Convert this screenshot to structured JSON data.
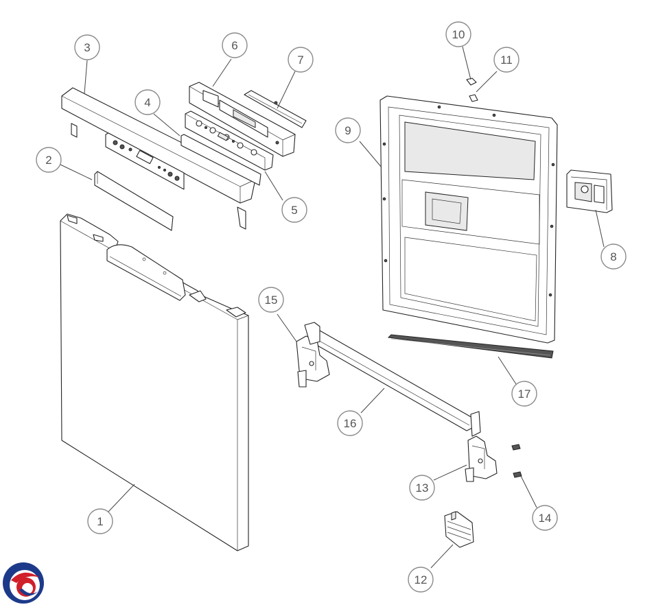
{
  "brand": {
    "logo_colors": {
      "blue": "#1d3a8a",
      "red": "#d0202a"
    }
  },
  "callouts": [
    {
      "id": "1",
      "label": "1"
    },
    {
      "id": "2",
      "label": "2"
    },
    {
      "id": "3",
      "label": "3"
    },
    {
      "id": "4",
      "label": "4"
    },
    {
      "id": "5",
      "label": "5"
    },
    {
      "id": "6",
      "label": "6"
    },
    {
      "id": "7",
      "label": "7"
    },
    {
      "id": "8",
      "label": "8"
    },
    {
      "id": "9",
      "label": "9"
    },
    {
      "id": "10",
      "label": "10"
    },
    {
      "id": "11",
      "label": "11"
    },
    {
      "id": "12",
      "label": "12"
    },
    {
      "id": "13",
      "label": "13"
    },
    {
      "id": "14",
      "label": "14"
    },
    {
      "id": "15",
      "label": "15"
    },
    {
      "id": "16",
      "label": "16"
    },
    {
      "id": "17",
      "label": "17"
    }
  ]
}
